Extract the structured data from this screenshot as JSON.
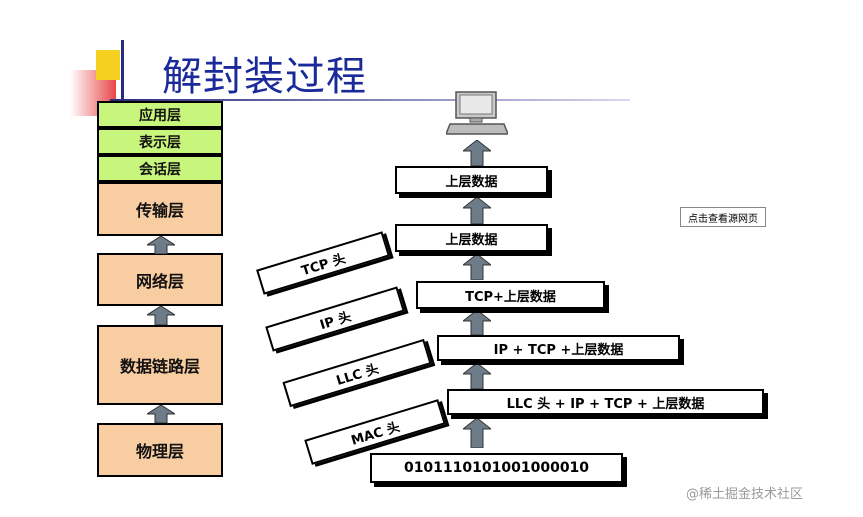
{
  "title": "解封装过程",
  "left_stack": [
    "应用层",
    "表示层",
    "会话层",
    "传输层",
    "网络层",
    "数据链路层",
    "物理层"
  ],
  "right_stack": [
    "上层数据",
    "上层数据",
    "TCP+上层数据",
    "IP + TCP +上层数据",
    "LLC 头 + IP + TCP + 上层数据",
    "0101110101001000010"
  ],
  "headers": [
    "TCP 头",
    "IP 头",
    "LLC 头",
    "MAC 头"
  ],
  "link_button": "点击查看源网页",
  "watermark": "@稀土掘金技术社区",
  "icons": [
    "computer-icon",
    "up-arrow-icon"
  ]
}
